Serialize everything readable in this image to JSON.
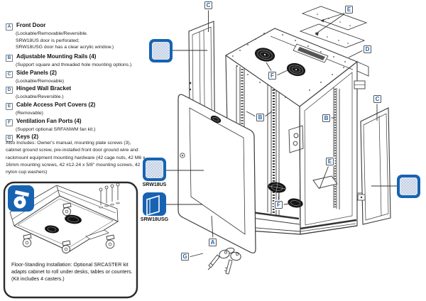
{
  "colors": {
    "accent_blue": "#1763b2",
    "line_art": "#3a3a3a"
  },
  "legend": {
    "items": [
      {
        "key": "A",
        "title": "Front Door",
        "lines": [
          "(Lockable/Removable/Reversible.",
          "SRW18US door is perforated;",
          "SRW18USG door has a clear acrylic window.)"
        ]
      },
      {
        "key": "B",
        "title": "Adjustable Mounting Rails (4)",
        "lines": [
          "(Support square and threaded hole mounting options.)"
        ]
      },
      {
        "key": "C",
        "title": "Side Panels (2)",
        "lines": [
          "(Lockable/Removable)"
        ]
      },
      {
        "key": "D",
        "title": "Hinged Wall Bracket",
        "lines": [
          "(Lockable/Reversible.)"
        ]
      },
      {
        "key": "E",
        "title": "Cable Access Port Covers (2)",
        "lines": [
          "(Removable)"
        ]
      },
      {
        "key": "F",
        "title": "Ventilation Fan Ports (4)",
        "lines": [
          "(Support optional SRFANWM fan kit.)"
        ]
      },
      {
        "key": "G",
        "title": "Keys (2)",
        "lines": []
      }
    ],
    "also_includes": "Also Includes: Owner's manual, mounting plate screws (3), cabinet ground screw, pre-installed front door ground wire and rackmount equipment mounting hardware (42 cage nuts, 42 M6 x 16mm mounting screws, 42 #12-24 x 5/8\" mounting screws, 42 nylon cup washers)"
  },
  "icons": {
    "perforated_door_label": "SRW18US",
    "glass_door_label": "SRW18USG"
  },
  "floor_panel": {
    "text": "Floor-Standing Installation: Optional SRCASTER kit adapts cabinet to roll under desks, tables or counters. (Kit includes 4 casters.)"
  },
  "callouts": [
    {
      "letter": "C",
      "target": "left-side-panel"
    },
    {
      "letter": "E",
      "target": "cable-access-port-covers"
    },
    {
      "letter": "D",
      "target": "hinged-wall-bracket"
    },
    {
      "letter": "F",
      "target": "top-fan-ports"
    },
    {
      "letter": "B",
      "target": "mounting-rails-left"
    },
    {
      "letter": "B",
      "target": "mounting-rails-right"
    },
    {
      "letter": "C",
      "target": "right-side-panel"
    },
    {
      "letter": "E",
      "target": "floor-cable-port"
    },
    {
      "letter": "F",
      "target": "bottom-fan-ports"
    },
    {
      "letter": "A",
      "target": "front-door"
    },
    {
      "letter": "G",
      "target": "keys"
    }
  ]
}
